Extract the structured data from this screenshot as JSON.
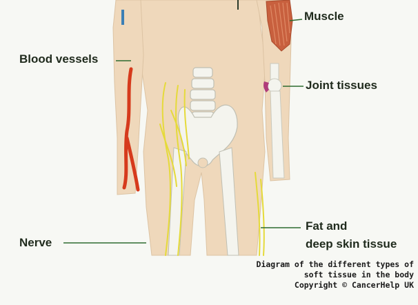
{
  "labels": {
    "muscle": "Muscle",
    "blood_vessels": "Blood vessels",
    "joint_tissues": "Joint tissues",
    "nerve": "Nerve",
    "fat_line1": "Fat and",
    "fat_line2": "deep skin tissue"
  },
  "caption": {
    "line1": "Diagram of the different types of",
    "line2": "soft tissue in the body",
    "line3": "Copyright © CancerHelp UK"
  },
  "colors": {
    "skin": "#efd8bb",
    "bone": "#f4f4ee",
    "nerve": "#e5da3a",
    "vessel": "#d63a1c",
    "muscle": "#c8603e",
    "joint": "#b03c7a",
    "leader": "#2d6a2f"
  }
}
